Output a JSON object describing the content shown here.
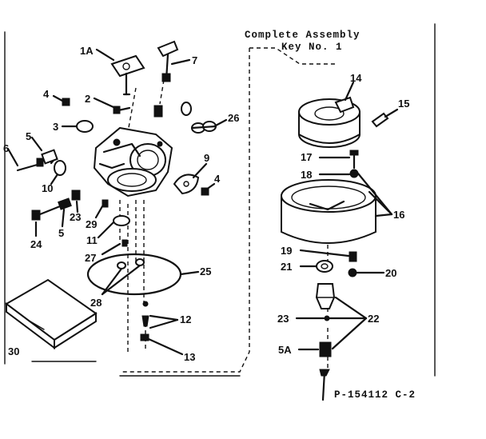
{
  "header": {
    "title_line1": "Complete Assembly",
    "title_line2": "Key No. 1"
  },
  "footer": {
    "part_number": "P-154112 C-2"
  },
  "callouts": {
    "c1a": "1A",
    "c2": "2",
    "c3": "3",
    "c4a": "4",
    "c4b": "4",
    "c5a": "5",
    "c5b": "5",
    "c5a_lower": "5A",
    "c6": "6",
    "c7": "7",
    "c9": "9",
    "c10": "10",
    "c11": "11",
    "c12": "12",
    "c13": "13",
    "c14": "14",
    "c15": "15",
    "c16": "16",
    "c17": "17",
    "c18": "18",
    "c19": "19",
    "c20": "20",
    "c21": "21",
    "c22": "22",
    "c23a": "23",
    "c23b": "23",
    "c24": "24",
    "c25": "25",
    "c26": "26",
    "c27": "27",
    "c28": "28",
    "c29": "29",
    "c30": "30"
  }
}
